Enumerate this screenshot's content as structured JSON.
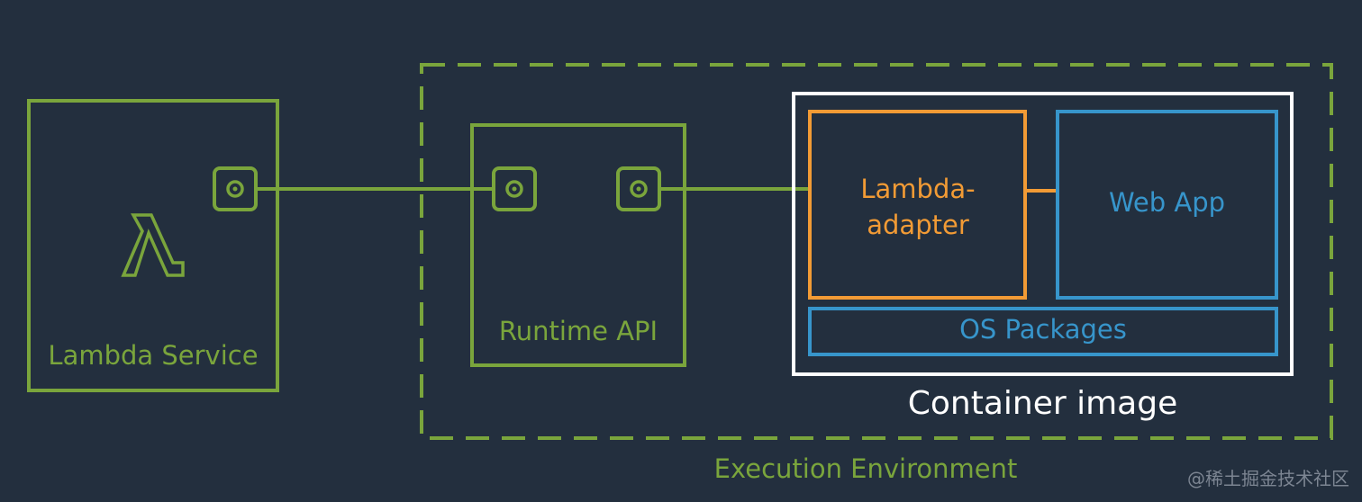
{
  "colors": {
    "background": "#232f3e",
    "green": "#7aa53c",
    "orange": "#f29b35",
    "blue": "#3795cb",
    "white": "#ffffff",
    "watermark": "#7c8592"
  },
  "diagram": {
    "lambda_service": {
      "label": "Lambda Service",
      "icon": "lambda-icon"
    },
    "runtime_api": {
      "label": "Runtime API"
    },
    "container_image": {
      "label": "Container image",
      "lambda_adapter": {
        "label": "Lambda-adapter"
      },
      "web_app": {
        "label": "Web App"
      },
      "os_packages": {
        "label": "OS Packages"
      }
    },
    "execution_environment": {
      "label": "Execution Environment"
    }
  },
  "watermark": "@稀土掘金技术社区"
}
